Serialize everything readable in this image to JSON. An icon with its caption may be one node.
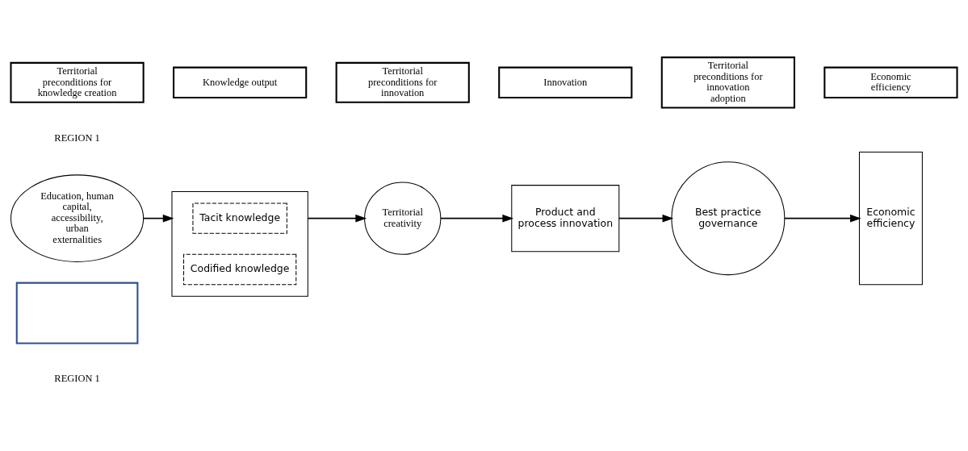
{
  "diagram": {
    "nodes": [
      {
        "text": [
          "Territorial preconditions for knowledge creation"
        ]
      },
      {
        "text": [
          "Knowledge output"
        ]
      },
      {
        "text": [
          "Territorial preconditions for innovation"
        ]
      },
      {
        "text": [
          "Innovation"
        ]
      },
      {
        "text": [
          "Territorial preconditions for innovation adoption"
        ]
      },
      {
        "text": [
          "Economic efficiency"
        ]
      },
      {
        "text": [
          "Education, human capital, accessibility, urban externalities"
        ]
      },
      {
        "text": [],
        "shape": "box"
      },
      {
        "text": [
          "Tacit knowledge"
        ],
        "in": 7
      },
      {
        "text": [
          "Codified knowledge"
        ],
        "in": 7
      },
      {
        "text": [
          "Territorial creativity"
        ]
      },
      {
        "text": [
          "Product and process innovation"
        ]
      },
      {
        "text": [
          "Best practice governance"
        ]
      },
      {
        "text": [
          "Economic efficiency"
        ]
      },
      {
        "text": [],
        "shape": "box"
      }
    ],
    "edges": [
      {
        "from": 6,
        "to": 7,
        "arrow": "to"
      },
      {
        "from": 7,
        "to": 10,
        "arrow": "to"
      },
      {
        "from": 10,
        "to": 11,
        "arrow": "to"
      },
      {
        "from": 11,
        "to": 12,
        "arrow": "to"
      },
      {
        "from": 12,
        "to": 13,
        "arrow": "to"
      }
    ],
    "labels": [
      "REGION 1",
      "REGION 1"
    ]
  }
}
